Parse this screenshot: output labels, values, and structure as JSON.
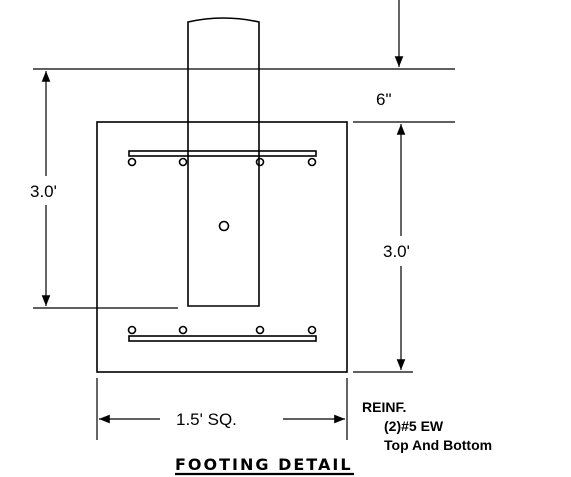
{
  "dimensions": {
    "embed_depth": "6\"",
    "post_embed_height": "3.0'",
    "footing_depth": "3.0'",
    "footing_width": "1.5' SQ."
  },
  "reinforcement_note": {
    "line1": "REINF.",
    "line2": "(2)#5 EW",
    "line3": "Top And Bottom"
  },
  "title": "FOOTING DETAIL",
  "colors": {
    "line": "#000000",
    "background": "#ffffff"
  }
}
